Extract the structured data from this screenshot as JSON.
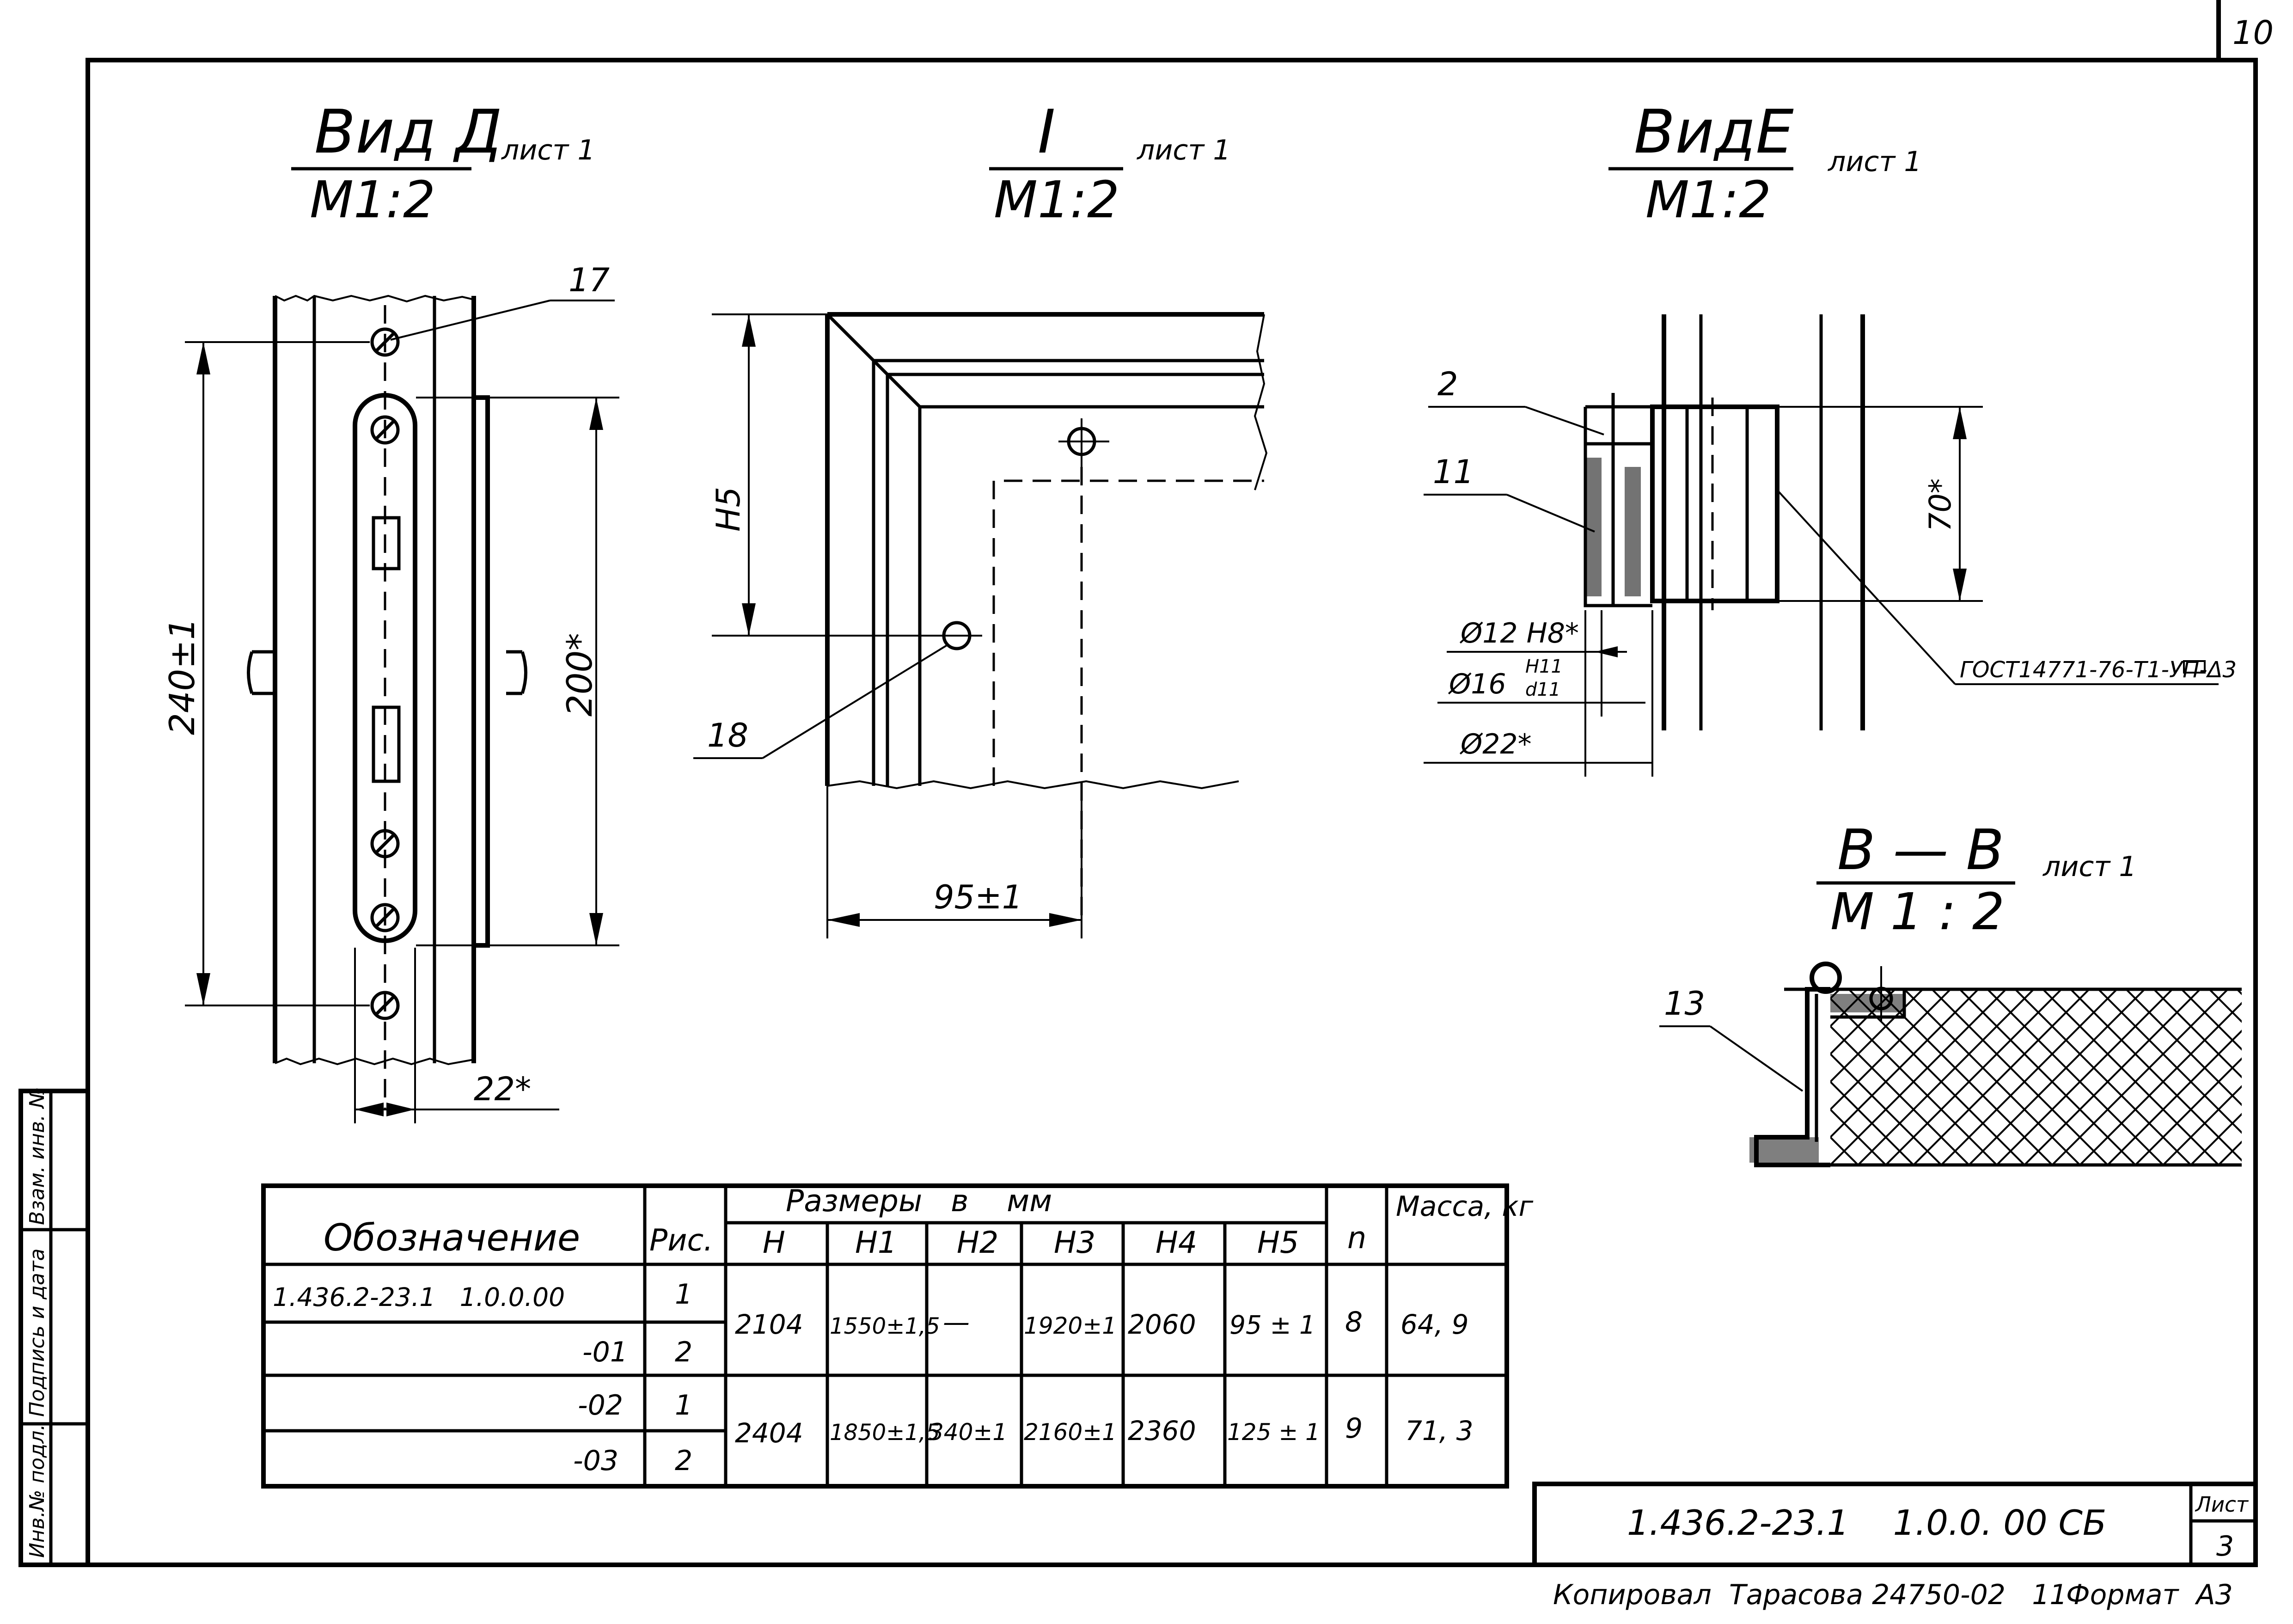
{
  "sheet": {
    "sheet_number_top": "10",
    "stamp_side_labels": [
      "Взам. инв. №",
      "Подпись и дата",
      "Инв.№ подл."
    ]
  },
  "views": {
    "view_d": {
      "title": "Вид Д",
      "scale": "М1:2",
      "sheet_ref": "лист 1",
      "dim_height": "240±1",
      "dim_inner": "200*",
      "dim_width": "22*",
      "callout": "17"
    },
    "node_1": {
      "title": "I",
      "scale": "М1:2",
      "sheet_ref": "лист 1",
      "dim_h5": "Н5",
      "dim_width": "95±1",
      "callout": "18"
    },
    "view_e": {
      "title": "ВидЕ",
      "scale": "М1:2",
      "sheet_ref": "лист 1",
      "callout_2": "2",
      "callout_11": "11",
      "dim_70": "70*",
      "dim_d12": "Ø12 H8*",
      "dim_d16": "Ø16",
      "dim_d16_fit_top": "H11",
      "dim_d16_fit_bottom": "d11",
      "dim_d22": "Ø22*",
      "gost": "ГОСТ14771-76-Т1-УП-Δ3"
    },
    "section_bb": {
      "title": "В — В",
      "scale": "М 1 : 2",
      "sheet_ref": "лист 1",
      "callout": "13"
    }
  },
  "table": {
    "col_designation": "Обозначение",
    "col_fig": "Рис.",
    "group_sizes": "Размеры   в    мм",
    "col_n": "n",
    "col_mass": "Масса, кг",
    "size_cols": [
      "Н",
      "Н1",
      "Н2",
      "Н3",
      "Н4",
      "Н5"
    ],
    "rows": [
      {
        "designation": "1.436.2-23.1   1.0.0.00",
        "fig": "1"
      },
      {
        "designation": "-01",
        "fig": "2"
      },
      {
        "designation": "-02",
        "fig": "1"
      },
      {
        "designation": "-03",
        "fig": "2"
      }
    ],
    "groups": [
      {
        "H": "2104",
        "H1": "1550±1,5",
        "H2": "—",
        "H3": "1920±1",
        "H4": "2060",
        "H5": "95 ± 1",
        "n": "8",
        "mass": "64, 9"
      },
      {
        "H": "2404",
        "H1": "1850±1,5",
        "H2": "340±1",
        "H3": "2160±1",
        "H4": "2360",
        "H5": "125 ± 1",
        "n": "9",
        "mass": "71, 3"
      }
    ]
  },
  "title_block": {
    "designation": "1.436.2-23.1    1.0.0. 00 СБ",
    "sheet_label": "Лист",
    "sheet_no": "3"
  },
  "footer": {
    "copied_by": "Копировал  Тарасова 24750-02   11",
    "format": "Формат  А3"
  }
}
